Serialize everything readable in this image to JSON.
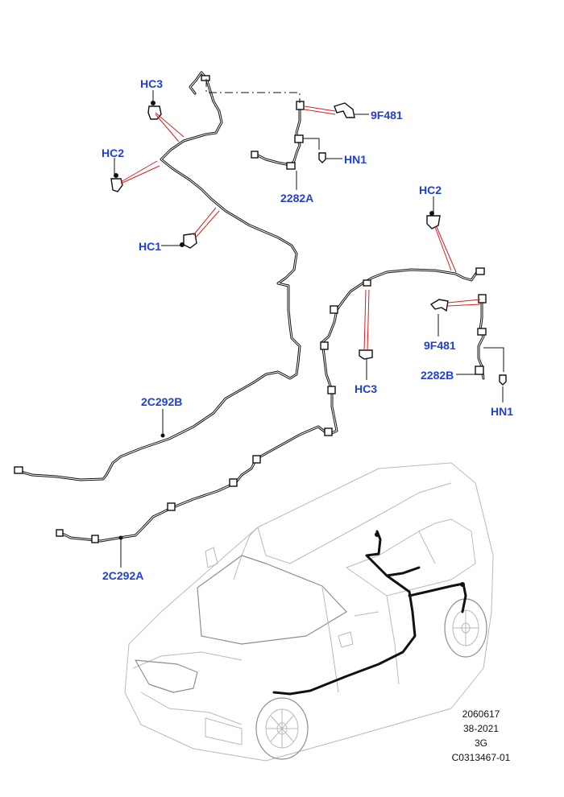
{
  "callouts": {
    "hc3_top": "HC3",
    "hc2_left": "HC2",
    "hc1": "HC1",
    "p9f481_top": "9F481",
    "hn1_top": "HN1",
    "p2282a": "2282A",
    "hc2_right": "HC2",
    "p9f481_right": "9F481",
    "hc3_mid": "HC3",
    "p2282b": "2282B",
    "hn1_right": "HN1",
    "p2c292b": "2C292B",
    "p2c292a": "2C292A"
  },
  "reference": {
    "line1": "2060617",
    "line2": "38-2021",
    "line3": "3G",
    "line4": "C0313467-01"
  },
  "colors": {
    "callout_text": "#1f3fd6",
    "leader_red": "#d42020",
    "pipe": "#111111",
    "vehicle_outline": "#b9b9b9"
  }
}
